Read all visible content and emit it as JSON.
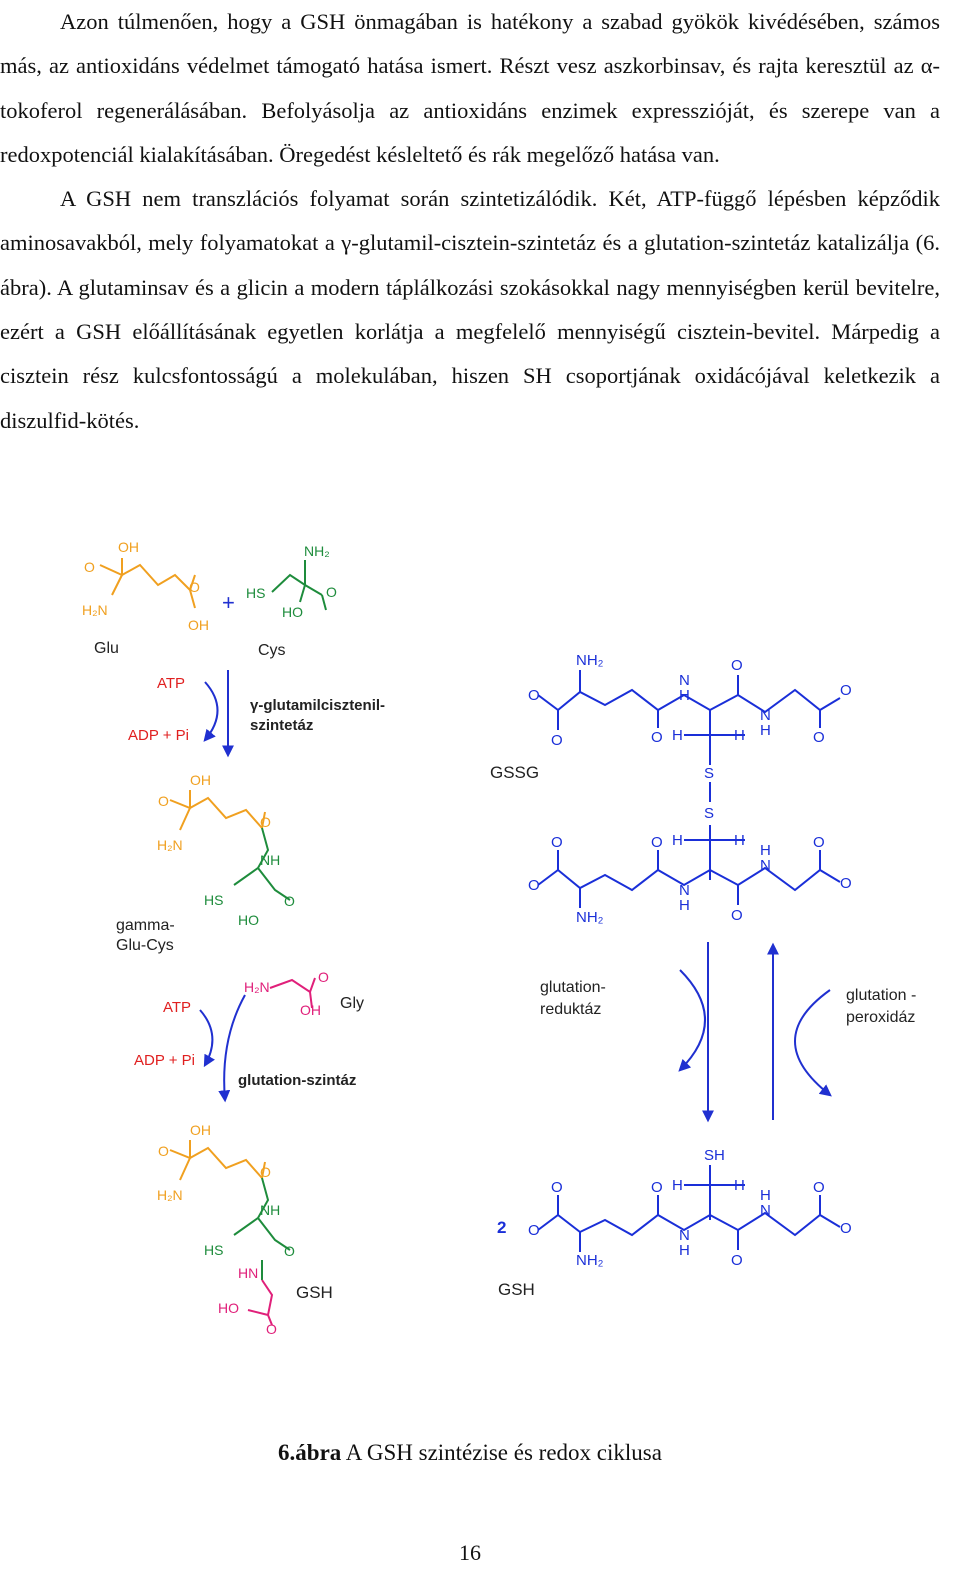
{
  "paragraphs": [
    "Azon túlmenően, hogy a GSH önmagában is hatékony a szabad gyökök kivédésében, számos más, az antioxidáns védelmet támogató hatása ismert. Részt vesz aszkorbinsav, és rajta keresztül az α-tokoferol regenerálásában. Befolyásolja az antioxidáns enzimek expresszióját, és szerepe van a redoxpotenciál kialakításában. Öregedést késleltető és rák megelőző hatása van.",
    "A GSH nem transzlációs folyamat során szintetizálódik. Két, ATP-függő lépésben képződik aminosavakból, mely folyamatokat a γ-glutamil-cisztein-szintetáz és a glutation-szintetáz katalizálja (6. ábra). A glutaminsav és a glicin a modern táplálkozási szokásokkal nagy mennyiségben kerül bevitelre, ezért a GSH előállításának egyetlen korlátja a megfelelő mennyiségű cisztein-bevitel. Márpedig a cisztein rész kulcsfontosságú a molekulában, hiszen SH csoportjának oxidácójával keletkezik a diszulfid-kötés."
  ],
  "figure": {
    "colors": {
      "glu": "#f0a020",
      "cys": "#1e8c3c",
      "gly": "#e0207a",
      "redox": "#1a2fd8",
      "red": "#e02020",
      "arrow": "#2030d0"
    },
    "labels": {
      "glu": "Glu",
      "cys": "Cys",
      "plus": "+",
      "atp1": "ATP",
      "adp1": "ADP + Pi",
      "enzyme1_line1": "γ-glutamilcisztenil-",
      "enzyme1_line2": "szintetáz",
      "gamma_line1": "gamma-",
      "gamma_line2": "Glu-Cys",
      "atp2": "ATP",
      "adp2": "ADP + Pi",
      "gly": "Gly",
      "enzyme2": "glutation-szintáz",
      "gsh_left": "GSH",
      "gssg": "GSSG",
      "reductase_line1": "glutation-",
      "reductase_line2": "reduktáz",
      "peroxidase_line1": "glutation -",
      "peroxidase_line2": "peroxidáz",
      "coef2": "2",
      "gsh_bottom": "GSH",
      "oh": "OH",
      "o": "O",
      "h2n": "H₂N",
      "nh2": "NH₂",
      "nh": "NH",
      "hs": "HS",
      "ho": "HO",
      "hn": "HN",
      "n": "N",
      "h": "H",
      "s": "S",
      "sh": "SH"
    }
  },
  "caption": {
    "bold": "6.ábra",
    "text": " A GSH szintézise és redox ciklusa"
  },
  "page_number": "16"
}
